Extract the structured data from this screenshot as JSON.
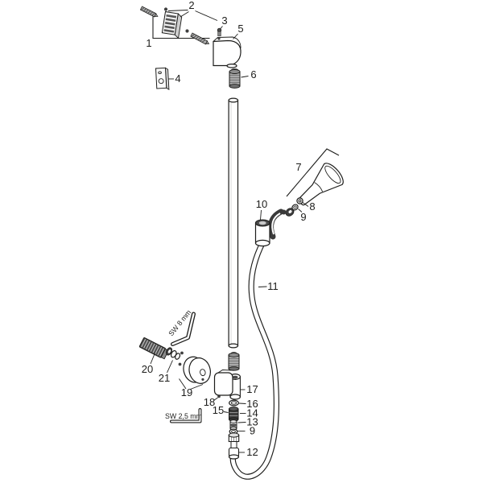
{
  "colors": {
    "background": "#ffffff",
    "line": "#1d1d1b",
    "dark_part": "#3f3f3f",
    "metal": "#9a9a9a"
  },
  "callouts": {
    "c1": "1",
    "c2": "2",
    "c3": "3",
    "c4": "4",
    "c5": "5",
    "c6": "6",
    "c7": "7",
    "c8": "8",
    "c9": "9",
    "c10": "10",
    "c11": "11",
    "c12": "12",
    "c13": "13",
    "c14": "14",
    "c15": "15",
    "c16": "16",
    "c17": "17",
    "c18": "18",
    "c19": "19",
    "c20": "20",
    "c21": "21"
  },
  "tool_labels": {
    "sw8": "SW 8 mm",
    "sw25": "SW 2,5 mm"
  }
}
